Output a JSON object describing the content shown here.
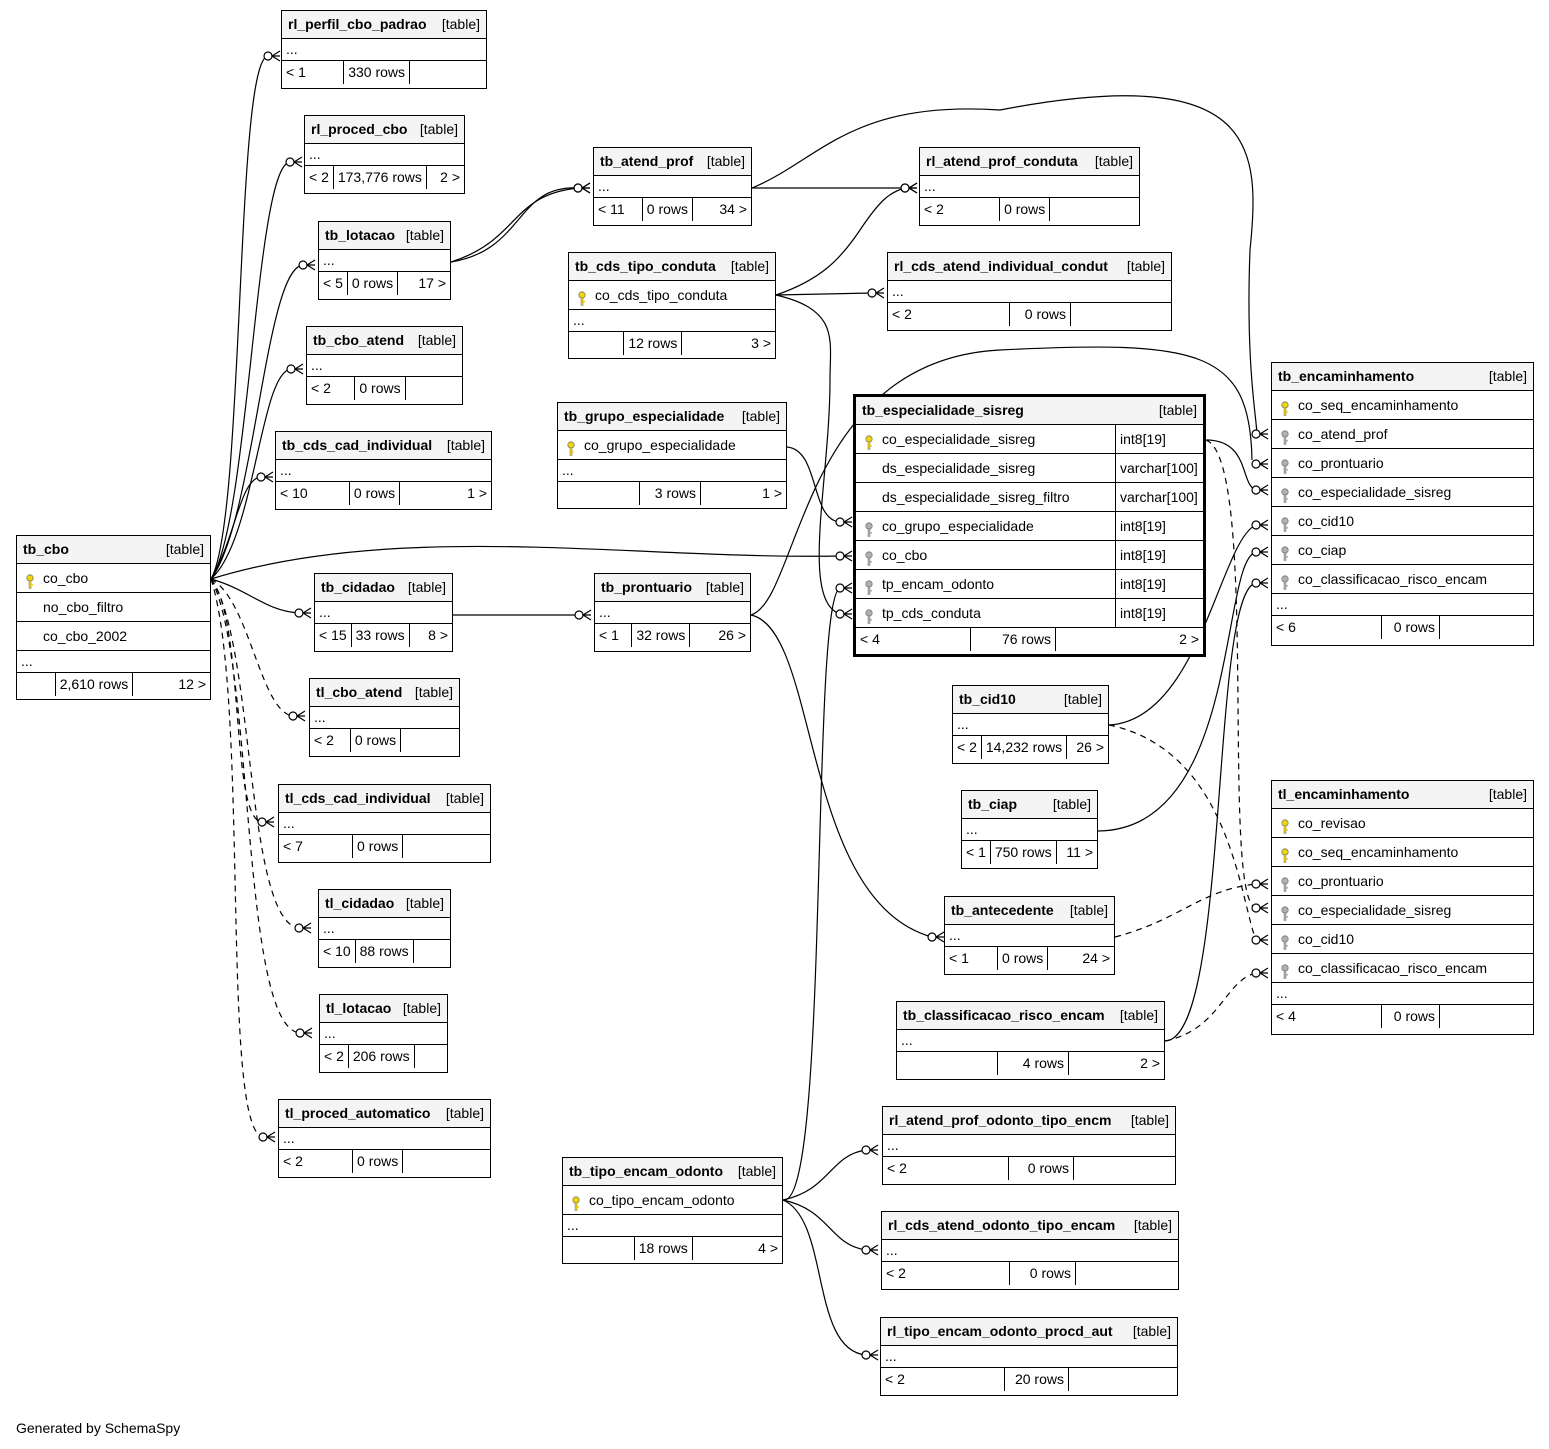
{
  "tables": [
    {
      "id": "rl_perfil_cbo_padrao",
      "name": "rl_perfil_cbo_padrao",
      "type": "[table]",
      "columns": [],
      "ellipsis": "...",
      "parents": "< 1",
      "rows": "330 rows",
      "children": ""
    },
    {
      "id": "rl_proced_cbo",
      "name": "rl_proced_cbo",
      "type": "[table]",
      "columns": [],
      "ellipsis": "...",
      "parents": "< 2",
      "rows": "173,776 rows",
      "children": "2 >"
    },
    {
      "id": "tb_lotacao",
      "name": "tb_lotacao",
      "type": "[table]",
      "columns": [],
      "ellipsis": "...",
      "parents": "< 5",
      "rows": "0 rows",
      "children": "17 >"
    },
    {
      "id": "tb_cbo_atend",
      "name": "tb_cbo_atend",
      "type": "[table]",
      "columns": [],
      "ellipsis": "...",
      "parents": "< 2",
      "rows": "0 rows",
      "children": ""
    },
    {
      "id": "tb_cds_cad_individual",
      "name": "tb_cds_cad_individual",
      "type": "[table]",
      "columns": [],
      "ellipsis": "...",
      "parents": "< 10",
      "rows": "0 rows",
      "children": "1 >"
    },
    {
      "id": "tb_cbo",
      "name": "tb_cbo",
      "type": "[table]",
      "columns": [
        {
          "name": "co_cbo",
          "key": "pk"
        },
        {
          "name": "no_cbo_filtro",
          "key": ""
        },
        {
          "name": "co_cbo_2002",
          "key": ""
        }
      ],
      "ellipsis": "...",
      "parents": "",
      "rows": "2,610 rows",
      "children": "12 >"
    },
    {
      "id": "tb_cidadao",
      "name": "tb_cidadao",
      "type": "[table]",
      "columns": [],
      "ellipsis": "...",
      "parents": "< 15",
      "rows": "33 rows",
      "children": "8 >"
    },
    {
      "id": "tl_cbo_atend",
      "name": "tl_cbo_atend",
      "type": "[table]",
      "columns": [],
      "ellipsis": "...",
      "parents": "< 2",
      "rows": "0 rows",
      "children": ""
    },
    {
      "id": "tl_cds_cad_individual",
      "name": "tl_cds_cad_individual",
      "type": "[table]",
      "columns": [],
      "ellipsis": "...",
      "parents": "< 7",
      "rows": "0 rows",
      "children": ""
    },
    {
      "id": "tl_cidadao",
      "name": "tl_cidadao",
      "type": "[table]",
      "columns": [],
      "ellipsis": "...",
      "parents": "< 10",
      "rows": "88 rows",
      "children": ""
    },
    {
      "id": "tl_lotacao",
      "name": "tl_lotacao",
      "type": "[table]",
      "columns": [],
      "ellipsis": "...",
      "parents": "< 2",
      "rows": "206 rows",
      "children": ""
    },
    {
      "id": "tl_proced_automatico",
      "name": "tl_proced_automatico",
      "type": "[table]",
      "columns": [],
      "ellipsis": "...",
      "parents": "< 2",
      "rows": "0 rows",
      "children": ""
    },
    {
      "id": "tb_atend_prof",
      "name": "tb_atend_prof",
      "type": "[table]",
      "columns": [],
      "ellipsis": "...",
      "parents": "< 11",
      "rows": "0 rows",
      "children": "34 >"
    },
    {
      "id": "tb_cds_tipo_conduta",
      "name": "tb_cds_tipo_conduta",
      "type": "[table]",
      "columns": [
        {
          "name": "co_cds_tipo_conduta",
          "key": "pk"
        }
      ],
      "ellipsis": "...",
      "parents": "",
      "rows": "12 rows",
      "children": "3 >"
    },
    {
      "id": "tb_grupo_especialidade",
      "name": "tb_grupo_especialidade",
      "type": "[table]",
      "columns": [
        {
          "name": "co_grupo_especialidade",
          "key": "pk"
        }
      ],
      "ellipsis": "...",
      "parents": "",
      "rows": "3 rows",
      "children": "1 >"
    },
    {
      "id": "tb_prontuario",
      "name": "tb_prontuario",
      "type": "[table]",
      "columns": [],
      "ellipsis": "...",
      "parents": "< 1",
      "rows": "32 rows",
      "children": "26 >"
    },
    {
      "id": "tb_tipo_encam_odonto",
      "name": "tb_tipo_encam_odonto",
      "type": "[table]",
      "columns": [
        {
          "name": "co_tipo_encam_odonto",
          "key": "pk"
        }
      ],
      "ellipsis": "...",
      "parents": "",
      "rows": "18 rows",
      "children": "4 >"
    },
    {
      "id": "rl_atend_prof_conduta",
      "name": "rl_atend_prof_conduta",
      "type": "[table]",
      "columns": [],
      "ellipsis": "...",
      "parents": "< 2",
      "rows": "0 rows",
      "children": ""
    },
    {
      "id": "rl_cds_atend_individual_condut",
      "name": "rl_cds_atend_individual_condut",
      "type": "[table]",
      "columns": [],
      "ellipsis": "...",
      "parents": "< 2",
      "rows": "0 rows",
      "children": ""
    },
    {
      "id": "tb_especialidade_sisreg",
      "name": "tb_especialidade_sisreg",
      "type": "[table]",
      "focus": true,
      "columns": [
        {
          "name": "co_especialidade_sisreg",
          "key": "pk",
          "dtype": "int8[19]"
        },
        {
          "name": "ds_especialidade_sisreg",
          "key": "",
          "dtype": "varchar[100]"
        },
        {
          "name": "ds_especialidade_sisreg_filtro",
          "key": "",
          "dtype": "varchar[100]"
        },
        {
          "name": "co_grupo_especialidade",
          "key": "fk",
          "dtype": "int8[19]"
        },
        {
          "name": "co_cbo",
          "key": "fk",
          "dtype": "int8[19]"
        },
        {
          "name": "tp_encam_odonto",
          "key": "fk",
          "dtype": "int8[19]"
        },
        {
          "name": "tp_cds_conduta",
          "key": "fk",
          "dtype": "int8[19]"
        }
      ],
      "ellipsis": "",
      "parents": "< 4",
      "rows": "76 rows",
      "children": "2 >"
    },
    {
      "id": "tb_cid10",
      "name": "tb_cid10",
      "type": "[table]",
      "columns": [],
      "ellipsis": "...",
      "parents": "< 2",
      "rows": "14,232 rows",
      "children": "26 >"
    },
    {
      "id": "tb_ciap",
      "name": "tb_ciap",
      "type": "[table]",
      "columns": [],
      "ellipsis": "...",
      "parents": "< 1",
      "rows": "750 rows",
      "children": "11 >"
    },
    {
      "id": "tb_antecedente",
      "name": "tb_antecedente",
      "type": "[table]",
      "columns": [],
      "ellipsis": "...",
      "parents": "< 1",
      "rows": "0 rows",
      "children": "24 >"
    },
    {
      "id": "tb_classificacao_risco_encam",
      "name": "tb_classificacao_risco_encam",
      "type": "[table]",
      "columns": [],
      "ellipsis": "...",
      "parents": "",
      "rows": "4 rows",
      "children": "2 >"
    },
    {
      "id": "rl_atend_prof_odonto_tipo_encm",
      "name": "rl_atend_prof_odonto_tipo_encm",
      "type": "[table]",
      "columns": [],
      "ellipsis": "...",
      "parents": "< 2",
      "rows": "0 rows",
      "children": ""
    },
    {
      "id": "rl_cds_atend_odonto_tipo_encam",
      "name": "rl_cds_atend_odonto_tipo_encam",
      "type": "[table]",
      "columns": [],
      "ellipsis": "...",
      "parents": "< 2",
      "rows": "0 rows",
      "children": ""
    },
    {
      "id": "rl_tipo_encam_odonto_procd_aut",
      "name": "rl_tipo_encam_odonto_procd_aut",
      "type": "[table]",
      "columns": [],
      "ellipsis": "...",
      "parents": "< 2",
      "rows": "20 rows",
      "children": ""
    },
    {
      "id": "tb_encaminhamento",
      "name": "tb_encaminhamento",
      "type": "[table]",
      "columns": [
        {
          "name": "co_seq_encaminhamento",
          "key": "pk"
        },
        {
          "name": "co_atend_prof",
          "key": "fk"
        },
        {
          "name": "co_prontuario",
          "key": "fk"
        },
        {
          "name": "co_especialidade_sisreg",
          "key": "fk"
        },
        {
          "name": "co_cid10",
          "key": "fk"
        },
        {
          "name": "co_ciap",
          "key": "fk"
        },
        {
          "name": "co_classificacao_risco_encam",
          "key": "fk"
        }
      ],
      "ellipsis": "...",
      "parents": "< 6",
      "rows": "0 rows",
      "children": ""
    },
    {
      "id": "tl_encaminhamento",
      "name": "tl_encaminhamento",
      "type": "[table]",
      "columns": [
        {
          "name": "co_revisao",
          "key": "pk"
        },
        {
          "name": "co_seq_encaminhamento",
          "key": "pk"
        },
        {
          "name": "co_prontuario",
          "key": "fk"
        },
        {
          "name": "co_especialidade_sisreg",
          "key": "fk"
        },
        {
          "name": "co_cid10",
          "key": "fk"
        },
        {
          "name": "co_classificacao_risco_encam",
          "key": "fk"
        }
      ],
      "ellipsis": "...",
      "parents": "< 4",
      "rows": "0 rows",
      "children": ""
    }
  ],
  "colors": {
    "primary_key": "#f2d600",
    "foreign_key": "#b0b0b0",
    "line": "#000000",
    "header_bg": "#f4f4f4"
  },
  "footer": {
    "generated_by": "Generated by SchemaSpy"
  }
}
